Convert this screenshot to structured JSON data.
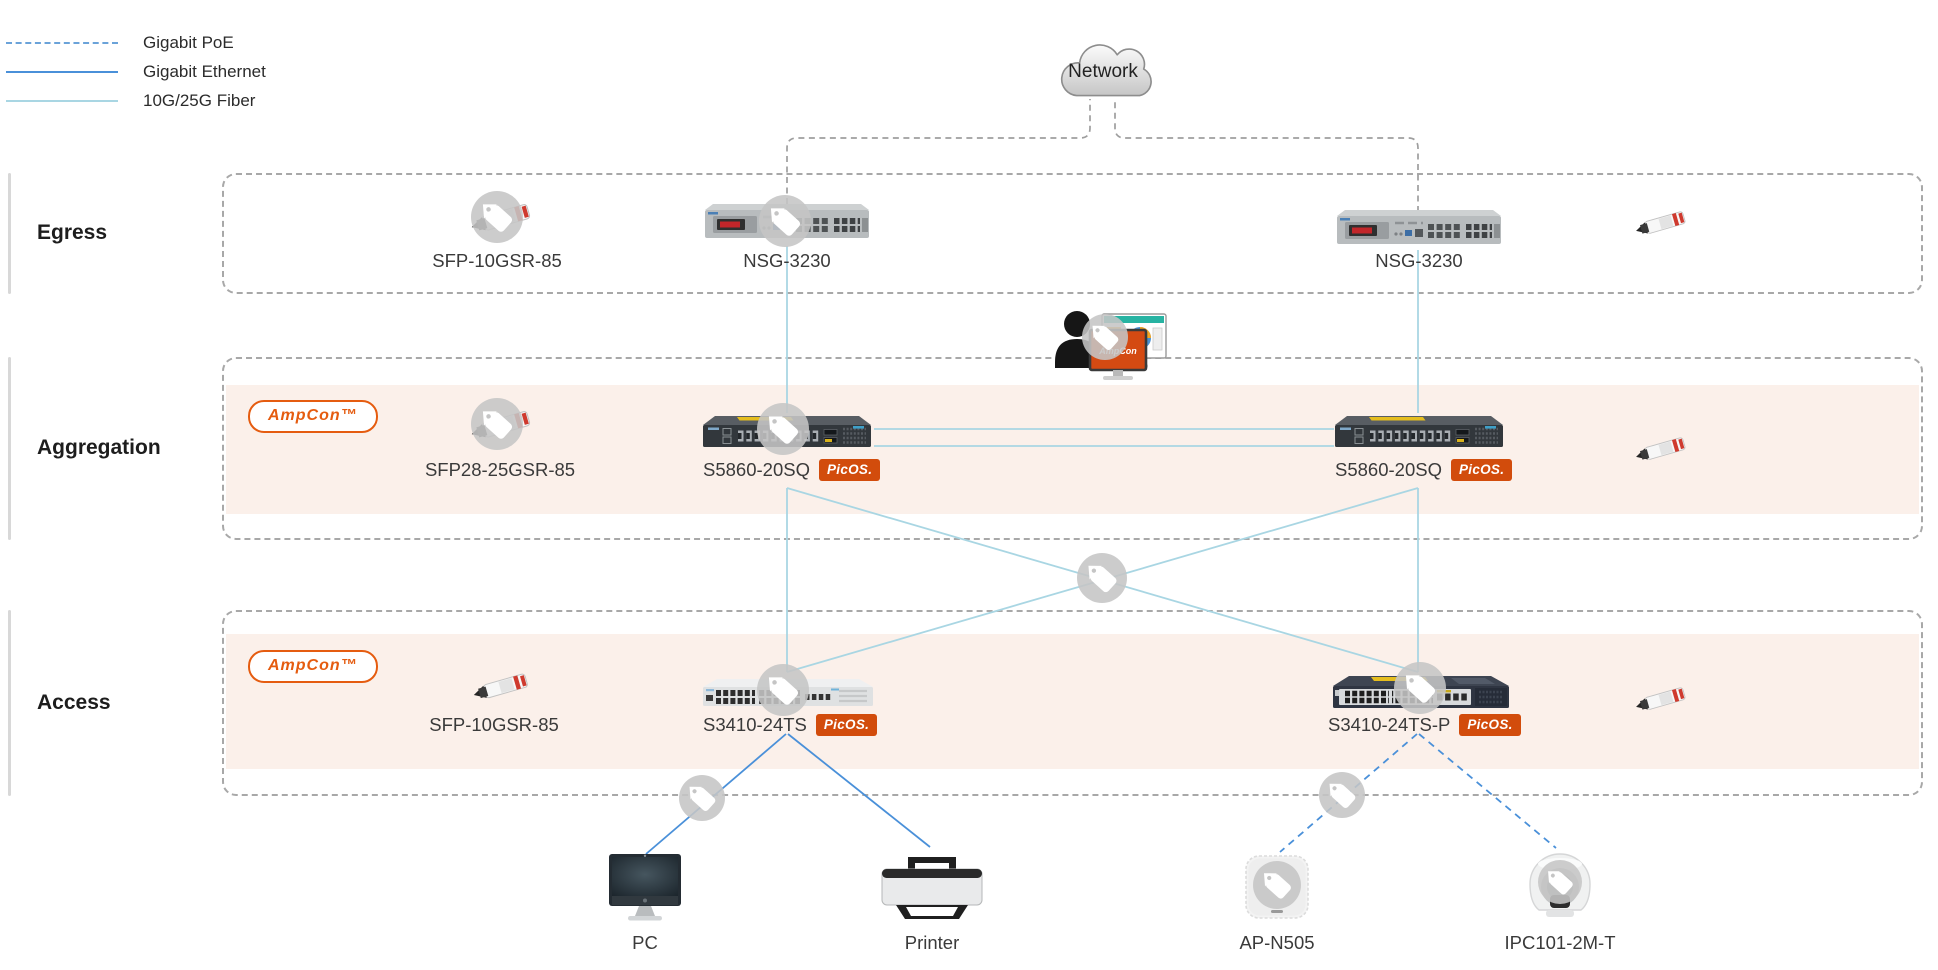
{
  "legend": {
    "items": [
      {
        "label": "Gigabit PoE",
        "style": "dashed",
        "color": "#6ba3d9"
      },
      {
        "label": "Gigabit Ethernet",
        "style": "solid",
        "color": "#4a90d9"
      },
      {
        "label": "10G/25G Fiber",
        "style": "solid",
        "color": "#a9d6e3"
      }
    ]
  },
  "cloud": {
    "label": "Network"
  },
  "layers": {
    "egress": {
      "label": "Egress",
      "items": {
        "sfp": {
          "label": "SFP-10GSR-85"
        },
        "left_device": {
          "label": "NSG-3230"
        },
        "right_device": {
          "label": "NSG-3230"
        }
      }
    },
    "aggregation": {
      "label": "Aggregation",
      "ampcon_badge": "AmpCon™",
      "items": {
        "sfp": {
          "label": "SFP28-25GSR-85"
        },
        "left_device": {
          "label": "S5860-20SQ",
          "os_badge": "PicOS."
        },
        "right_device": {
          "label": "S5860-20SQ",
          "os_badge": "PicOS."
        }
      }
    },
    "access": {
      "label": "Access",
      "ampcon_badge": "AmpCon™",
      "items": {
        "sfp": {
          "label": "SFP-10GSR-85"
        },
        "left_device": {
          "label": "S3410-24TS",
          "os_badge": "PicOS."
        },
        "right_device": {
          "label": "S3410-24TS-P",
          "os_badge": "PicOS."
        }
      }
    }
  },
  "endpoints": {
    "pc": {
      "label": "PC"
    },
    "printer": {
      "label": "Printer"
    },
    "ap": {
      "label": "AP-N505"
    },
    "camera": {
      "label": "IPC101-2M-T"
    }
  },
  "admin": {
    "monitor_label": "AmpCon"
  },
  "colors": {
    "poe_line": "#6ba3d9",
    "ethernet_line": "#4a90d9",
    "fiber_line": "#a9d6e3",
    "layer_border": "#a8a8a8",
    "management_band": "#fbf0ea",
    "ampcon_orange": "#e55c10",
    "picos_badge_bg": "#d24c0c"
  },
  "icons": {
    "tag": "price-tag",
    "cloud": "network-cloud",
    "admin": "admin-with-monitors",
    "transceiver": "sfp-module"
  }
}
